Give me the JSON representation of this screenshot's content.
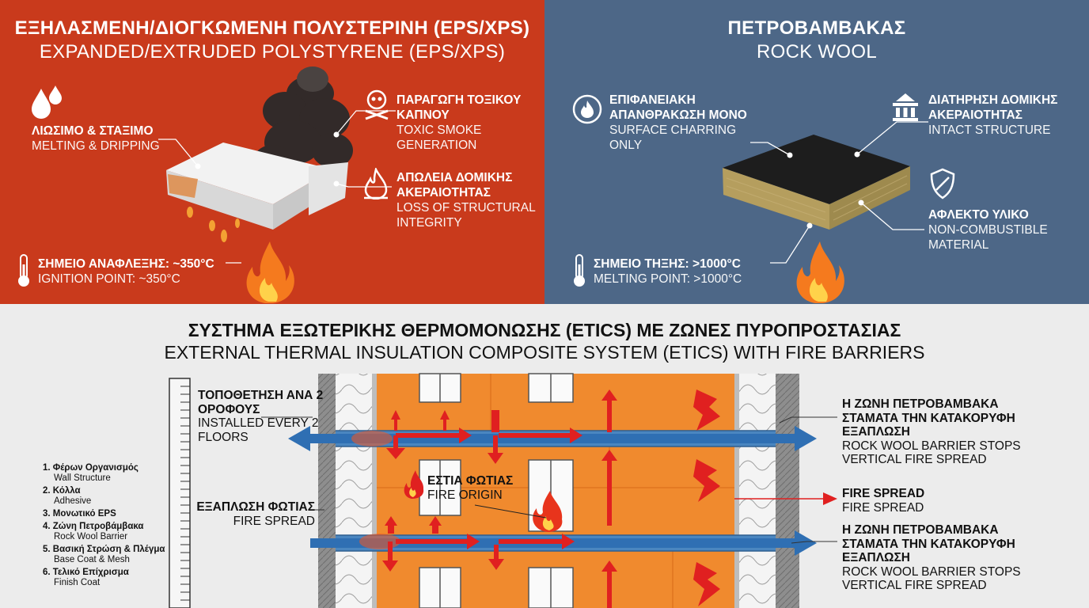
{
  "eps_panel": {
    "title_gr": "ΕΞΗΛΑΣΜΕΝΗ/ΔΙΟΓΚΩΜΕΝΗ ΠΟΛΥΣΤΕΡΙΝΗ (EPS/XPS)",
    "title_en": "EXPANDED/EXTRUDED POLYSTYRENE (EPS/XPS)",
    "features": [
      {
        "gr": "ΛΙΩΣΙΜΟ & ΣΤΑΞΙΜΟ",
        "en": "MELTING & DRIPPING",
        "icon": "droplets-icon"
      },
      {
        "gr": "ΠΑΡΑΓΩΓΗ ΤΟΞΙΚΟΥ ΚΑΠΝΟΥ",
        "en": "TOXIC SMOKE GENERATION",
        "icon": "skull-icon"
      },
      {
        "gr": "ΑΠΩΛΕΙΑ ΔΟΜΙΚΗΣ ΑΚΕΡΑΙΟΤΗΤΑΣ",
        "en": "LOSS OF STRUCTURAL INTEGRITY",
        "icon": "flame-icon"
      }
    ],
    "ignition_gr": "ΣΗΜΕΙΟ ΑΝΑΦΛΕΞΗΣ: ~350°C",
    "ignition_en": "IGNITION POINT: ~350°C"
  },
  "rw_panel": {
    "title_gr": "ΠΕΤΡΟΒΑΜΒΑΚΑΣ",
    "title_en": "ROCK WOOL",
    "features": [
      {
        "gr": "ΕΠΙΦΑΝΕΙΑΚΗ ΑΠΑΝΘΡΑΚΩΣΗ ΜΟΝΟ",
        "en": "SURFACE CHARRING ONLY",
        "icon": "flame-circle-icon"
      },
      {
        "gr": "ΔΙΑΤΗΡΗΣΗ ΔΟΜΙΚΗΣ ΑΚΕΡΑΙΟΤΗΤΑΣ",
        "en": "INTACT STRUCTURE",
        "icon": "building-icon"
      },
      {
        "gr": "ΑΦΛΕΚΤΟ ΥΛΙΚΟ",
        "en": "NON-COMBUSTIBLE MATERIAL",
        "icon": "shield-icon"
      }
    ],
    "melting_gr": "ΣΗΜΕΙΟ ΤΗΞΗΣ: >1000°C",
    "melting_en": "MELTING POINT: >1000°C"
  },
  "etics": {
    "title_gr": "ΣΥΣΤΗΜΑ ΕΞΩΤΕΡΙΚΗΣ ΘΕΡΜΟΜΟΝΩΣΗΣ (ETICS) ΜΕ ΖΩΝΕΣ ΠΥΡΟΠΡΟΣΤΑΣΙΑΣ",
    "title_en": "EXTERNAL THERMAL INSULATION COMPOSITE SYSTEM (ETICS) WITH FIRE BARRIERS",
    "installed_gr": "ΤΟΠΟΘΕΤΗΣΗ ΑΝΑ 2 ΟΡΟΦΟΥΣ",
    "installed_en": "INSTALLED EVERY 2 FLOORS",
    "spread_gr": "ΕΞΑΠΛΩΣΗ ΦΩΤΙΑΣ",
    "spread_en": "FIRE SPREAD",
    "origin_gr": "ΕΣΤΙΑ ΦΩΤΙΑΣ",
    "origin_en": "FIRE ORIGIN",
    "barrier_top_gr": "Η ΖΩΝΗ ΠΕΤΡΟΒΑΜΒΑΚΑ ΣΤΑΜΑΤΑ ΤΗΝ ΚΑΤΑΚΟΡΥΦΗ ΕΞΑΠΛΩΣΗ",
    "barrier_top_en": "ROCK WOOL BARRIER STOPS VERTICAL FIRE SPREAD",
    "fire_spread_right_gr": "FIRE SPREAD",
    "fire_spread_right_en": "FIRE SPREAD",
    "barrier_bottom_gr": "Η ΖΩΝΗ ΠΕΤΡΟΒΑΜΒΑΚΑ ΣΤΑΜΑΤΑ ΤΗΝ ΚΑΤΑΚΟΡΥΦΗ ΕΞΑΠΛΩΣΗ",
    "barrier_bottom_en": "ROCK WOOL BARRIER STOPS VERTICAL FIRE SPREAD",
    "legend": [
      {
        "gr": "1. Φέρων Οργανισμός",
        "en": "Wall Structure"
      },
      {
        "gr": "2. Κόλλα",
        "en": "Adhesive"
      },
      {
        "gr": "3. Μονωτικό EPS",
        "en": ""
      },
      {
        "gr": "4. Ζώνη Πετροβάμβακα",
        "en": "Rock Wool Barrier"
      },
      {
        "gr": "5. Βασική Στρώση & Πλέγμα",
        "en": "Base Coat & Mesh"
      },
      {
        "gr": "6. Τελικό Επίχρισμα",
        "en": "Finish Coat"
      }
    ],
    "colors": {
      "eps": "#f08a2e",
      "rockwool": "#4a86c0",
      "arrow": "#e02020"
    }
  }
}
